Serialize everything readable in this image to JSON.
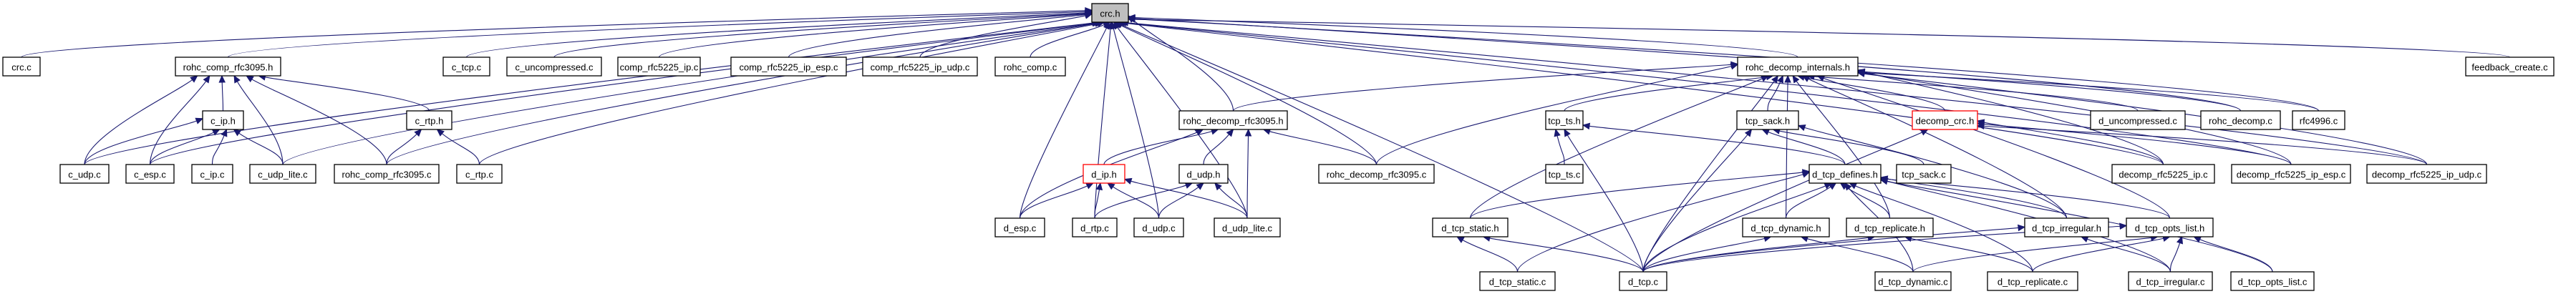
{
  "title": "crc.h include dependency graph",
  "colors": {
    "edge": "#191970",
    "root_fill": "#bfbfbf",
    "highlight_border": "#ff0000",
    "node_border": "#000000"
  },
  "root": "crc.h",
  "nodes": [
    {
      "id": "crc_h",
      "label": "crc.h",
      "kind": "root",
      "rank": 0
    },
    {
      "id": "crc_c",
      "label": "crc.c",
      "rank": 1
    },
    {
      "id": "rohc_comp_rfc3095_h",
      "label": "rohc_comp_rfc3095.h",
      "rank": 1
    },
    {
      "id": "c_tcp_c",
      "label": "c_tcp.c",
      "rank": 1
    },
    {
      "id": "c_uncompressed_c",
      "label": "c_uncompressed.c",
      "rank": 1
    },
    {
      "id": "comp_rfc5225_ip_c",
      "label": "comp_rfc5225_ip.c",
      "rank": 1
    },
    {
      "id": "comp_rfc5225_ip_esp_c",
      "label": "comp_rfc5225_ip_esp.c",
      "rank": 1
    },
    {
      "id": "comp_rfc5225_ip_udp_c",
      "label": "comp_rfc5225_ip_udp.c",
      "rank": 1
    },
    {
      "id": "rohc_comp_c",
      "label": "rohc_comp.c",
      "rank": 1
    },
    {
      "id": "rohc_decomp_internals_h",
      "label": "rohc_decomp_internals.h",
      "rank": 1
    },
    {
      "id": "feedback_create_c",
      "label": "feedback_create.c",
      "rank": 1
    },
    {
      "id": "c_ip_h",
      "label": "c_ip.h",
      "rank": 2
    },
    {
      "id": "c_rtp_h",
      "label": "c_rtp.h",
      "rank": 2
    },
    {
      "id": "rohc_decomp_rfc3095_h",
      "label": "rohc_decomp_rfc3095.h",
      "rank": 2
    },
    {
      "id": "tcp_ts_h",
      "label": "tcp_ts.h",
      "rank": 2
    },
    {
      "id": "tcp_sack_h",
      "label": "tcp_sack.h",
      "rank": 2
    },
    {
      "id": "decomp_crc_h",
      "label": "decomp_crc.h",
      "kind": "highlight",
      "rank": 2
    },
    {
      "id": "d_uncompressed_c",
      "label": "d_uncompressed.c",
      "rank": 2
    },
    {
      "id": "rohc_decomp_c",
      "label": "rohc_decomp.c",
      "rank": 2
    },
    {
      "id": "rfc4996_c",
      "label": "rfc4996.c",
      "rank": 2
    },
    {
      "id": "c_udp_c",
      "label": "c_udp.c",
      "rank": 3
    },
    {
      "id": "c_esp_c",
      "label": "c_esp.c",
      "rank": 3
    },
    {
      "id": "c_ip_c",
      "label": "c_ip.c",
      "rank": 3
    },
    {
      "id": "c_udp_lite_c",
      "label": "c_udp_lite.c",
      "rank": 3
    },
    {
      "id": "rohc_comp_rfc3095_c",
      "label": "rohc_comp_rfc3095.c",
      "rank": 3
    },
    {
      "id": "c_rtp_c",
      "label": "c_rtp.c",
      "rank": 3
    },
    {
      "id": "d_ip_h",
      "label": "d_ip.h",
      "kind": "highlight",
      "rank": 3
    },
    {
      "id": "d_udp_h",
      "label": "d_udp.h",
      "rank": 3
    },
    {
      "id": "rohc_decomp_rfc3095_c",
      "label": "rohc_decomp_rfc3095.c",
      "rank": 3
    },
    {
      "id": "tcp_ts_c",
      "label": "tcp_ts.c",
      "rank": 3
    },
    {
      "id": "d_tcp_defines_h",
      "label": "d_tcp_defines.h",
      "rank": 3
    },
    {
      "id": "tcp_sack_c",
      "label": "tcp_sack.c",
      "rank": 3
    },
    {
      "id": "decomp_rfc5225_ip_c",
      "label": "decomp_rfc5225_ip.c",
      "rank": 3
    },
    {
      "id": "decomp_rfc5225_ip_esp_c",
      "label": "decomp_rfc5225_ip_esp.c",
      "rank": 3
    },
    {
      "id": "decomp_rfc5225_ip_udp_c",
      "label": "decomp_rfc5225_ip_udp.c",
      "rank": 3
    },
    {
      "id": "d_esp_c",
      "label": "d_esp.c",
      "rank": 4
    },
    {
      "id": "d_rtp_c",
      "label": "d_rtp.c",
      "rank": 4
    },
    {
      "id": "d_udp_c",
      "label": "d_udp.c",
      "rank": 4
    },
    {
      "id": "d_udp_lite_c",
      "label": "d_udp_lite.c",
      "rank": 4
    },
    {
      "id": "d_tcp_static_h",
      "label": "d_tcp_static.h",
      "rank": 4
    },
    {
      "id": "d_tcp_dynamic_h",
      "label": "d_tcp_dynamic.h",
      "rank": 4
    },
    {
      "id": "d_tcp_replicate_h",
      "label": "d_tcp_replicate.h",
      "rank": 4
    },
    {
      "id": "d_tcp_irregular_h",
      "label": "d_tcp_irregular.h",
      "rank": 4
    },
    {
      "id": "d_tcp_opts_list_h",
      "label": "d_tcp_opts_list.h",
      "rank": 4
    },
    {
      "id": "d_tcp_static_c",
      "label": "d_tcp_static.c",
      "rank": 5
    },
    {
      "id": "d_tcp_c",
      "label": "d_tcp.c",
      "rank": 5
    },
    {
      "id": "d_tcp_dynamic_c",
      "label": "d_tcp_dynamic.c",
      "rank": 5
    },
    {
      "id": "d_tcp_replicate_c",
      "label": "d_tcp_replicate.c",
      "rank": 5
    },
    {
      "id": "d_tcp_irregular_c",
      "label": "d_tcp_irregular.c",
      "rank": 5
    },
    {
      "id": "d_tcp_opts_list_c",
      "label": "d_tcp_opts_list.c",
      "rank": 5
    }
  ],
  "edges": [
    {
      "from": "crc_c",
      "to": "crc_h"
    },
    {
      "from": "rohc_comp_rfc3095_h",
      "to": "crc_h"
    },
    {
      "from": "c_tcp_c",
      "to": "crc_h"
    },
    {
      "from": "c_uncompressed_c",
      "to": "crc_h"
    },
    {
      "from": "comp_rfc5225_ip_c",
      "to": "crc_h"
    },
    {
      "from": "comp_rfc5225_ip_esp_c",
      "to": "crc_h"
    },
    {
      "from": "comp_rfc5225_ip_udp_c",
      "to": "crc_h"
    },
    {
      "from": "rohc_comp_c",
      "to": "crc_h"
    },
    {
      "from": "rohc_decomp_internals_h",
      "to": "crc_h"
    },
    {
      "from": "feedback_create_c",
      "to": "crc_h"
    },
    {
      "from": "c_udp_c",
      "to": "crc_h"
    },
    {
      "from": "c_esp_c",
      "to": "crc_h"
    },
    {
      "from": "c_udp_lite_c",
      "to": "crc_h"
    },
    {
      "from": "rohc_comp_rfc3095_c",
      "to": "crc_h"
    },
    {
      "from": "c_rtp_c",
      "to": "crc_h"
    },
    {
      "from": "rohc_decomp_rfc3095_h",
      "to": "crc_h"
    },
    {
      "from": "rohc_decomp_rfc3095_c",
      "to": "crc_h"
    },
    {
      "from": "d_esp_c",
      "to": "crc_h"
    },
    {
      "from": "d_rtp_c",
      "to": "crc_h"
    },
    {
      "from": "d_udp_c",
      "to": "crc_h"
    },
    {
      "from": "d_udp_lite_c",
      "to": "crc_h"
    },
    {
      "from": "d_tcp_c",
      "to": "crc_h"
    },
    {
      "from": "rohc_decomp_c",
      "to": "crc_h"
    },
    {
      "from": "rfc4996_c",
      "to": "crc_h"
    },
    {
      "from": "decomp_rfc5225_ip_c",
      "to": "crc_h"
    },
    {
      "from": "decomp_rfc5225_ip_esp_c",
      "to": "crc_h"
    },
    {
      "from": "decomp_rfc5225_ip_udp_c",
      "to": "crc_h"
    },
    {
      "from": "c_ip_h",
      "to": "rohc_comp_rfc3095_h"
    },
    {
      "from": "c_rtp_h",
      "to": "rohc_comp_rfc3095_h"
    },
    {
      "from": "c_udp_c",
      "to": "rohc_comp_rfc3095_h"
    },
    {
      "from": "c_esp_c",
      "to": "rohc_comp_rfc3095_h"
    },
    {
      "from": "c_udp_lite_c",
      "to": "rohc_comp_rfc3095_h"
    },
    {
      "from": "rohc_comp_rfc3095_c",
      "to": "rohc_comp_rfc3095_h"
    },
    {
      "from": "c_udp_c",
      "to": "c_ip_h"
    },
    {
      "from": "c_esp_c",
      "to": "c_ip_h"
    },
    {
      "from": "c_ip_c",
      "to": "c_ip_h"
    },
    {
      "from": "c_udp_lite_c",
      "to": "c_ip_h"
    },
    {
      "from": "rohc_comp_rfc3095_c",
      "to": "c_rtp_h"
    },
    {
      "from": "c_rtp_c",
      "to": "c_rtp_h"
    },
    {
      "from": "rohc_decomp_rfc3095_h",
      "to": "rohc_decomp_internals_h"
    },
    {
      "from": "d_ip_h",
      "to": "rohc_decomp_rfc3095_h"
    },
    {
      "from": "d_udp_h",
      "to": "rohc_decomp_rfc3095_h"
    },
    {
      "from": "d_esp_c",
      "to": "rohc_decomp_rfc3095_h"
    },
    {
      "from": "d_udp_lite_c",
      "to": "rohc_decomp_rfc3095_h"
    },
    {
      "from": "rohc_decomp_rfc3095_c",
      "to": "rohc_decomp_rfc3095_h"
    },
    {
      "from": "d_esp_c",
      "to": "d_ip_h"
    },
    {
      "from": "d_rtp_c",
      "to": "d_ip_h"
    },
    {
      "from": "d_udp_c",
      "to": "d_ip_h"
    },
    {
      "from": "d_udp_lite_c",
      "to": "d_ip_h"
    },
    {
      "from": "d_rtp_c",
      "to": "d_udp_h"
    },
    {
      "from": "d_udp_c",
      "to": "d_udp_h"
    },
    {
      "from": "d_udp_lite_c",
      "to": "d_udp_h"
    },
    {
      "from": "tcp_ts_h",
      "to": "rohc_decomp_internals_h"
    },
    {
      "from": "tcp_sack_h",
      "to": "rohc_decomp_internals_h"
    },
    {
      "from": "decomp_crc_h",
      "to": "rohc_decomp_internals_h"
    },
    {
      "from": "d_uncompressed_c",
      "to": "rohc_decomp_internals_h"
    },
    {
      "from": "rohc_decomp_c",
      "to": "rohc_decomp_internals_h"
    },
    {
      "from": "rfc4996_c",
      "to": "rohc_decomp_internals_h"
    },
    {
      "from": "rohc_decomp_rfc3095_c",
      "to": "rohc_decomp_internals_h"
    },
    {
      "from": "d_tcp_static_h",
      "to": "rohc_decomp_internals_h"
    },
    {
      "from": "d_tcp_c",
      "to": "rohc_decomp_internals_h"
    },
    {
      "from": "d_tcp_dynamic_h",
      "to": "rohc_decomp_internals_h"
    },
    {
      "from": "d_tcp_replicate_h",
      "to": "rohc_decomp_internals_h"
    },
    {
      "from": "d_tcp_irregular_h",
      "to": "rohc_decomp_internals_h"
    },
    {
      "from": "d_tcp_opts_list_h",
      "to": "rohc_decomp_internals_h"
    },
    {
      "from": "decomp_rfc5225_ip_c",
      "to": "rohc_decomp_internals_h"
    },
    {
      "from": "decomp_rfc5225_ip_esp_c",
      "to": "rohc_decomp_internals_h"
    },
    {
      "from": "decomp_rfc5225_ip_udp_c",
      "to": "rohc_decomp_internals_h"
    },
    {
      "from": "tcp_ts_c",
      "to": "tcp_ts_h"
    },
    {
      "from": "d_tcp_defines_h",
      "to": "tcp_ts_h"
    },
    {
      "from": "d_tcp_c",
      "to": "tcp_ts_h"
    },
    {
      "from": "d_tcp_defines_h",
      "to": "tcp_sack_h"
    },
    {
      "from": "tcp_sack_c",
      "to": "tcp_sack_h"
    },
    {
      "from": "d_tcp_c",
      "to": "tcp_sack_h"
    },
    {
      "from": "d_tcp_irregular_h",
      "to": "tcp_sack_h"
    },
    {
      "from": "d_tcp_c",
      "to": "decomp_crc_h"
    },
    {
      "from": "decomp_rfc5225_ip_c",
      "to": "decomp_crc_h"
    },
    {
      "from": "decomp_rfc5225_ip_esp_c",
      "to": "decomp_crc_h"
    },
    {
      "from": "decomp_rfc5225_ip_udp_c",
      "to": "decomp_crc_h"
    },
    {
      "from": "d_tcp_static_h",
      "to": "d_tcp_defines_h"
    },
    {
      "from": "d_tcp_dynamic_h",
      "to": "d_tcp_defines_h"
    },
    {
      "from": "d_tcp_replicate_h",
      "to": "d_tcp_defines_h"
    },
    {
      "from": "d_tcp_irregular_h",
      "to": "d_tcp_defines_h"
    },
    {
      "from": "d_tcp_opts_list_h",
      "to": "d_tcp_defines_h"
    },
    {
      "from": "d_tcp_static_c",
      "to": "d_tcp_defines_h"
    },
    {
      "from": "d_tcp_c",
      "to": "d_tcp_defines_h"
    },
    {
      "from": "d_tcp_dynamic_c",
      "to": "d_tcp_defines_h"
    },
    {
      "from": "d_tcp_replicate_c",
      "to": "d_tcp_defines_h"
    },
    {
      "from": "d_tcp_irregular_c",
      "to": "d_tcp_defines_h"
    },
    {
      "from": "d_tcp_opts_list_c",
      "to": "d_tcp_defines_h"
    },
    {
      "from": "d_tcp_static_c",
      "to": "d_tcp_static_h"
    },
    {
      "from": "d_tcp_c",
      "to": "d_tcp_static_h"
    },
    {
      "from": "d_tcp_c",
      "to": "d_tcp_dynamic_h"
    },
    {
      "from": "d_tcp_dynamic_c",
      "to": "d_tcp_dynamic_h"
    },
    {
      "from": "d_tcp_c",
      "to": "d_tcp_replicate_h"
    },
    {
      "from": "d_tcp_replicate_c",
      "to": "d_tcp_replicate_h"
    },
    {
      "from": "d_tcp_c",
      "to": "d_tcp_irregular_h"
    },
    {
      "from": "d_tcp_irregular_c",
      "to": "d_tcp_irregular_h"
    },
    {
      "from": "d_tcp_c",
      "to": "d_tcp_opts_list_h"
    },
    {
      "from": "d_tcp_dynamic_c",
      "to": "d_tcp_opts_list_h"
    },
    {
      "from": "d_tcp_replicate_c",
      "to": "d_tcp_opts_list_h"
    },
    {
      "from": "d_tcp_irregular_c",
      "to": "d_tcp_opts_list_h"
    },
    {
      "from": "d_tcp_opts_list_c",
      "to": "d_tcp_opts_list_h"
    }
  ]
}
